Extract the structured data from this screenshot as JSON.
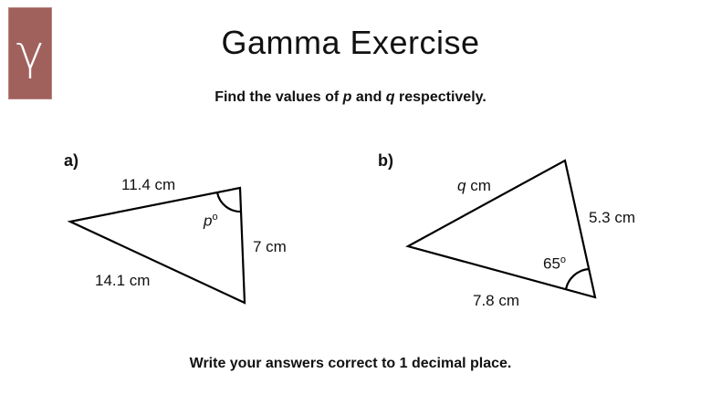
{
  "logo": {
    "glyph": "γ",
    "color": "#a0615d"
  },
  "title": "Gamma Exercise",
  "instruction": {
    "prefix": "Find the values of ",
    "var1": "p",
    "middle": " and ",
    "var2": "q",
    "suffix": " respectively."
  },
  "parts": {
    "a": {
      "label": "a)",
      "side_top": "11.4 cm",
      "side_right": "7 cm",
      "side_bottom": "14.1 cm",
      "angle_var": "p",
      "angle_unit": "o"
    },
    "b": {
      "label": "b)",
      "side_top_var": "q",
      "side_top_unit": " cm",
      "side_right": "5.3 cm",
      "side_bottom": "7.8 cm",
      "angle": "65",
      "angle_unit": "o"
    }
  },
  "footer": "Write your answers correct to 1 decimal place."
}
